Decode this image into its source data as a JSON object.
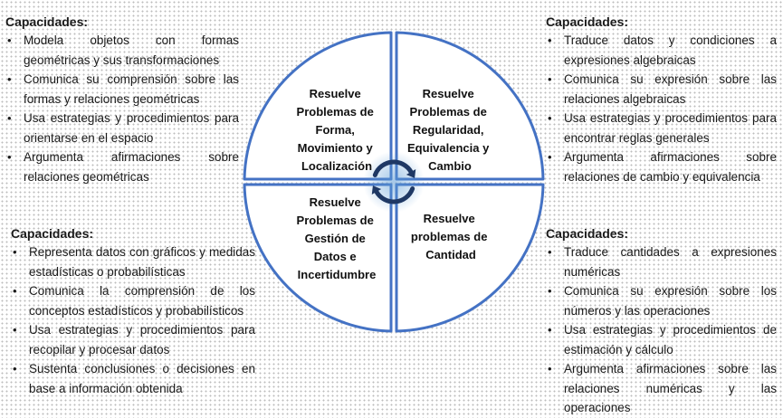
{
  "panels": {
    "top_left": {
      "title": "Capacidades:",
      "items": [
        "Modela objetos con formas geométricas y sus transformaciones",
        "Comunica su comprensión sobre las formas y relaciones geométricas",
        "Usa estrategias y procedimientos para orientarse en el espacio",
        "Argumenta afirmaciones sobre relaciones geométricas"
      ]
    },
    "top_right": {
      "title": "Capacidades:",
      "items": [
        "Traduce datos y condiciones a expresiones algebraicas",
        "Comunica su expresión sobre las relaciones algebraicas",
        "Usa estrategias y procedimientos para encontrar reglas generales",
        "Argumenta afirmaciones sobre relaciones de cambio y equivalencia"
      ]
    },
    "bottom_left": {
      "title": "Capacidades:",
      "items": [
        "Representa datos con gráficos y medidas estadísticas o probabilísticas",
        "Comunica la comprensión de los conceptos estadísticos y probabilísticos",
        "Usa estrategias y procedimientos para recopilar y procesar datos",
        "Sustenta conclusiones o decisiones en base a información obtenida"
      ]
    },
    "bottom_right": {
      "title": "Capacidades:",
      "items": [
        "Traduce cantidades a expresiones numéricas",
        "Comunica su expresión sobre los números y las operaciones",
        "Usa estrategias y procedimientos de estimación y cálculo",
        "Argumenta afirmaciones sobre las relaciones numéricas y las operaciones"
      ]
    }
  },
  "wheel": {
    "quadrants": {
      "top_left": [
        "Resuelve",
        "Problemas de",
        "Forma,",
        "Movimiento y",
        "Localización"
      ],
      "top_right": [
        "Resuelve",
        "Problemas de",
        "Regularidad,",
        "Equivalencia y",
        "Cambio"
      ],
      "bottom_left": [
        "Resuelve",
        "Problemas de",
        "Gestión de",
        "Datos e",
        "Incertidumbre"
      ],
      "bottom_right": [
        "Resuelve",
        "problemas de",
        "Cantidad"
      ]
    },
    "colors": {
      "border": "#4472c4",
      "fill": "#ffffff",
      "arrow": "#1f3864",
      "glow": "#5b9bd5"
    }
  }
}
